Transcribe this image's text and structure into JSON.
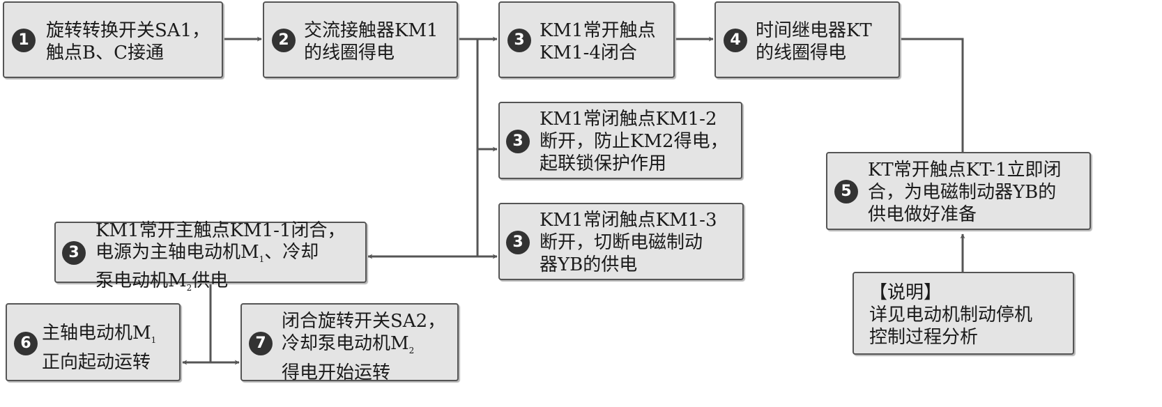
{
  "steps": [
    {
      "id": "s1-switch-sa1",
      "num": "1",
      "lines": [
        "旋转转换开关SA1，",
        "触点B、C接通"
      ]
    },
    {
      "id": "s2-km1-coil",
      "num": "2",
      "lines": [
        "交流接触器KM1",
        "的线圈得电"
      ]
    },
    {
      "id": "s3-km1-4",
      "num": "3",
      "lines": [
        "KM1常开触点",
        "KM1-4闭合"
      ]
    },
    {
      "id": "s4-kt-coil",
      "num": "4",
      "lines": [
        "时间继电器KT",
        "的线圈得电"
      ]
    },
    {
      "id": "s3-km1-2",
      "num": "3",
      "lines": [
        "KM1常闭触点KM1-2",
        "断开，防止KM2得电，",
        "起联锁保护作用"
      ]
    },
    {
      "id": "s5-kt-1",
      "num": "5",
      "lines": [
        "KT常开触点KT-1立即闭",
        "合，为电磁制动器YB的",
        "供电做好准备"
      ]
    },
    {
      "id": "s3-km1-1",
      "num": "3",
      "lines": [
        "KM1常开主触点KM1-1闭合，",
        {
          "a": "电源为主轴电动机M",
          "s": "1",
          "b": "、冷却"
        },
        {
          "a": "泵电动机M",
          "s": "2",
          "b": "供电"
        }
      ]
    },
    {
      "id": "s3-km1-3",
      "num": "3",
      "lines": [
        "KM1常闭触点KM1-3",
        "断开，切断电磁制动",
        "器YB的供电"
      ]
    },
    {
      "id": "s6-spindle",
      "num": "6",
      "lines": [
        {
          "a": "主轴电动机M",
          "s": "1",
          "b": ""
        },
        "正向起动运转"
      ]
    },
    {
      "id": "s7-sa2-pump",
      "num": "7",
      "lines": [
        "闭合旋转开关SA2，",
        {
          "a": "冷却泵电动机M",
          "s": "2",
          "b": ""
        },
        "得电开始运转"
      ]
    }
  ],
  "note": {
    "title": "【说明】",
    "lines": [
      "详见电动机制动停机",
      "控制过程分析"
    ]
  }
}
